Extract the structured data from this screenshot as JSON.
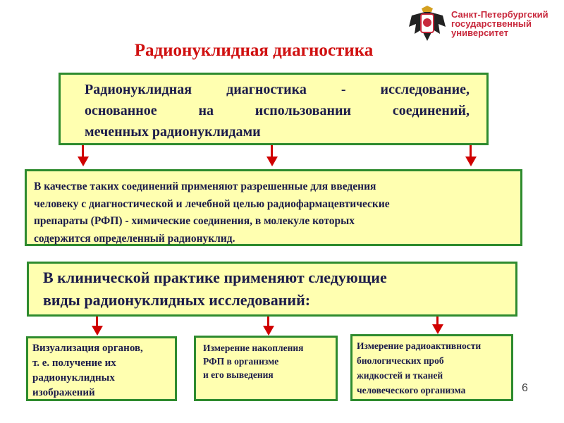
{
  "header": {
    "university_lines": [
      "Санкт-Петербургский",
      "государственный",
      "университет"
    ]
  },
  "title": "Радионуклидная диагностика",
  "definition_lines": [
    "Радионуклидная диагностика - исследование,",
    "основанное на использовании соединений,",
    "меченных радионуклидами"
  ],
  "rfp_lines": [
    "В качестве таких соединений применяют разрешенные для введения",
    "человеку с диагностической и лечебной целью радиофармацевтические",
    "препараты (РФП) - химические соединения, в молекуле которых",
    "содержится определенный радионуклид."
  ],
  "practice_lines": [
    "В клинической практике применяют следующие",
    "виды радионуклидных исследований:"
  ],
  "types": [
    {
      "lines": [
        "Визуализация органов,",
        "т. е. получение их",
        "радионуклидных",
        "изображений"
      ]
    },
    {
      "lines": [
        "Измерение накопления",
        "РФП в организме",
        "и его выведения"
      ]
    },
    {
      "lines": [
        "Измерение радиоактивности",
        "биологических проб",
        "жидкостей и тканей",
        "человеческого организма"
      ]
    }
  ],
  "page_number": "6",
  "colors": {
    "title": "#d01010",
    "box_fill": "#ffffb0",
    "box_border": "#2e8b2e",
    "arrow": "#d00000"
  }
}
